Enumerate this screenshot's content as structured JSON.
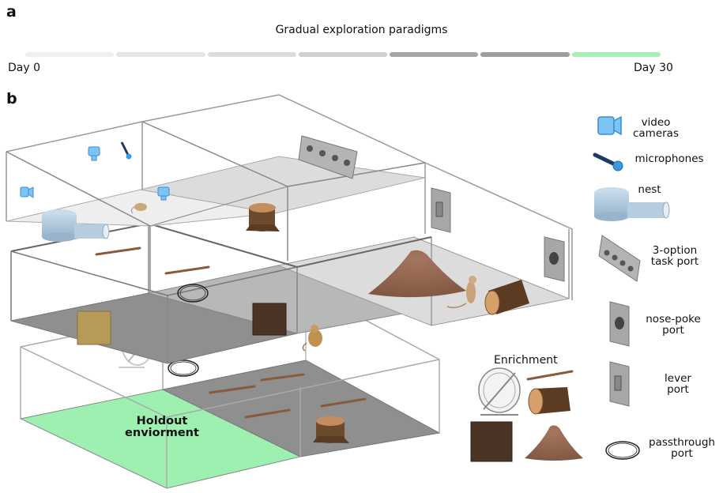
{
  "panel_a": {
    "letter": "a",
    "title": "Gradual exploration paradigms",
    "start_label": "Day 0",
    "end_label": "Day 30",
    "timeline": {
      "segments": 7,
      "colors": [
        "#efefef",
        "#e6e6e6",
        "#dcdcdc",
        "#cfcfcf",
        "#a6a6a6",
        "#9d9d9d",
        "#a6f0b4"
      ]
    }
  },
  "panel_b": {
    "letter": "b",
    "holdout_label": "Holdout\nenviorment",
    "enrichment_title": "Enrichment",
    "legend": [
      {
        "icon": "video-camera-icon",
        "label": "video\ncameras"
      },
      {
        "icon": "microphone-icon",
        "label": "microphones"
      },
      {
        "icon": "nest-icon",
        "label": "nest"
      },
      {
        "icon": "three-option-task-port-icon",
        "label": "3-option\ntask port"
      },
      {
        "icon": "nose-poke-port-icon",
        "label": "nose-poke\nport"
      },
      {
        "icon": "lever-port-icon",
        "label": "lever\nport"
      },
      {
        "icon": "passthrough-port-icon",
        "label": "passthrough\nport"
      }
    ],
    "colors": {
      "holdout_floor": "#9ef0b0",
      "dark_floor": "#8f8f8f",
      "light_floor": "#dedede",
      "camera_blue": "#57b4f0",
      "wood": "#6b4a2e",
      "dirt": "#8f634a"
    }
  }
}
